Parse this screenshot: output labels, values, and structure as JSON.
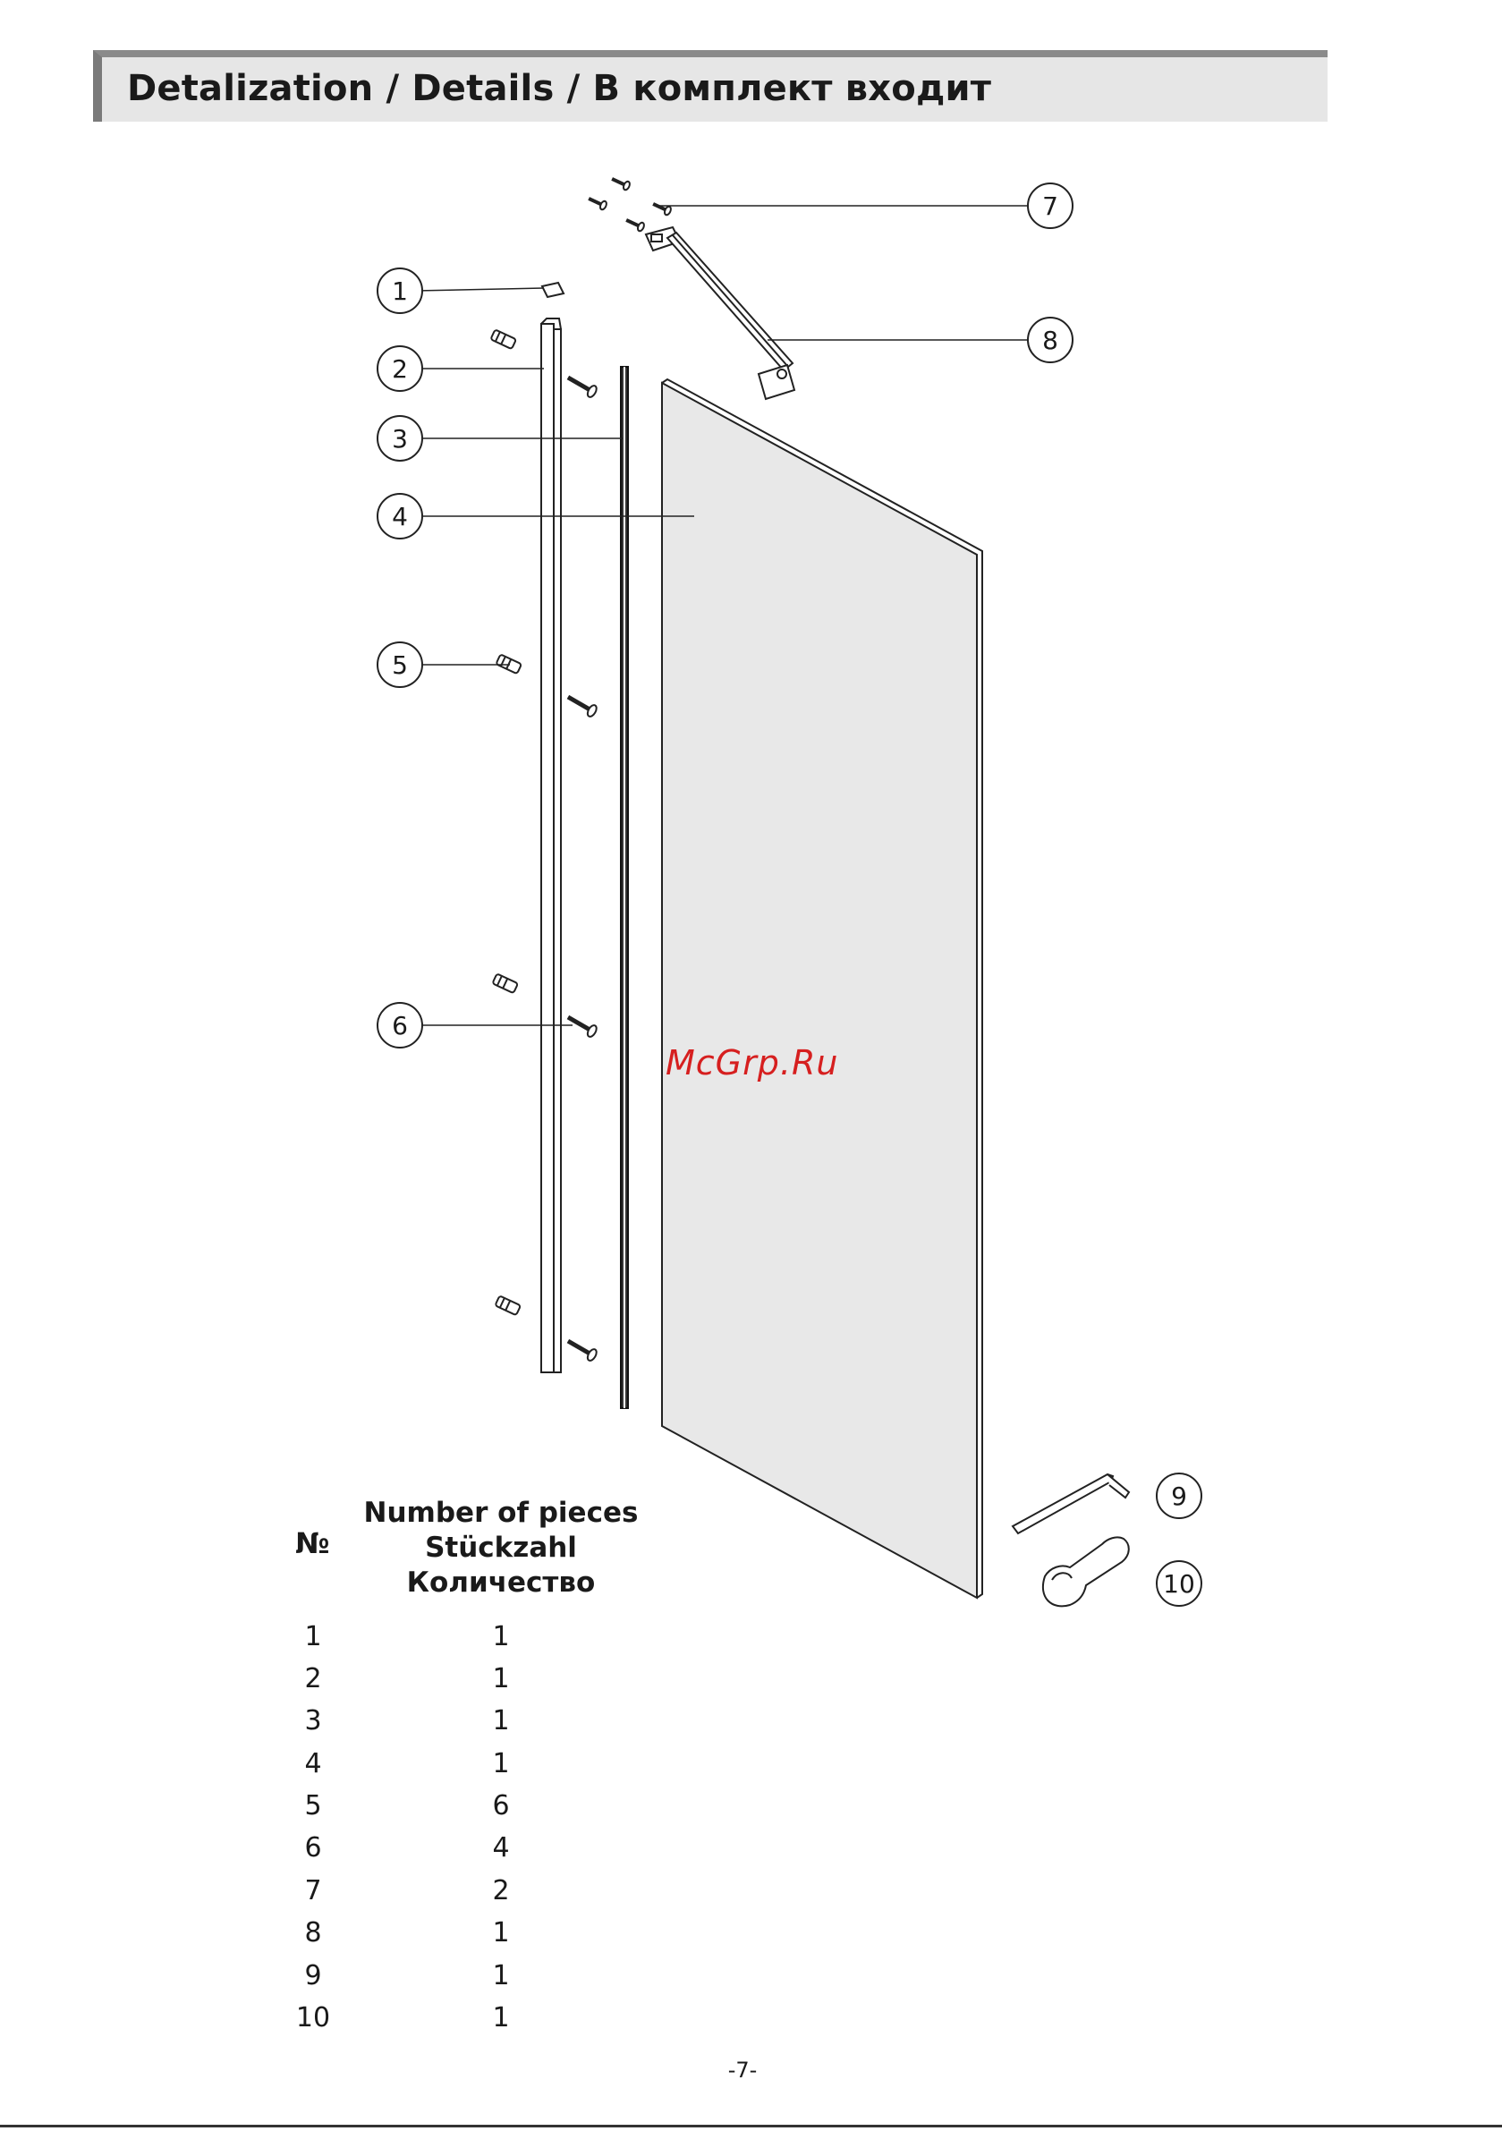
{
  "header": {
    "title": "Detalization / Details / В комплект входит"
  },
  "callouts": [
    "1",
    "2",
    "3",
    "4",
    "5",
    "6",
    "7",
    "8",
    "9",
    "10"
  ],
  "watermark": "McGrp.Ru",
  "table": {
    "col_no_header": "№",
    "col_qty_header": [
      "Number of pieces",
      "Stückzahl",
      "Количество"
    ],
    "rows": [
      {
        "no": "1",
        "qty": "1"
      },
      {
        "no": "2",
        "qty": "1"
      },
      {
        "no": "3",
        "qty": "1"
      },
      {
        "no": "4",
        "qty": "1"
      },
      {
        "no": "5",
        "qty": "6"
      },
      {
        "no": "6",
        "qty": "4"
      },
      {
        "no": "7",
        "qty": "2"
      },
      {
        "no": "8",
        "qty": "1"
      },
      {
        "no": "9",
        "qty": "1"
      },
      {
        "no": "10",
        "qty": "1"
      }
    ]
  },
  "page_number": "-7-",
  "colors": {
    "glass_fill": "#e8e8e8",
    "watermark": "#d61f1f",
    "header_bg": "#e6e6e6"
  }
}
